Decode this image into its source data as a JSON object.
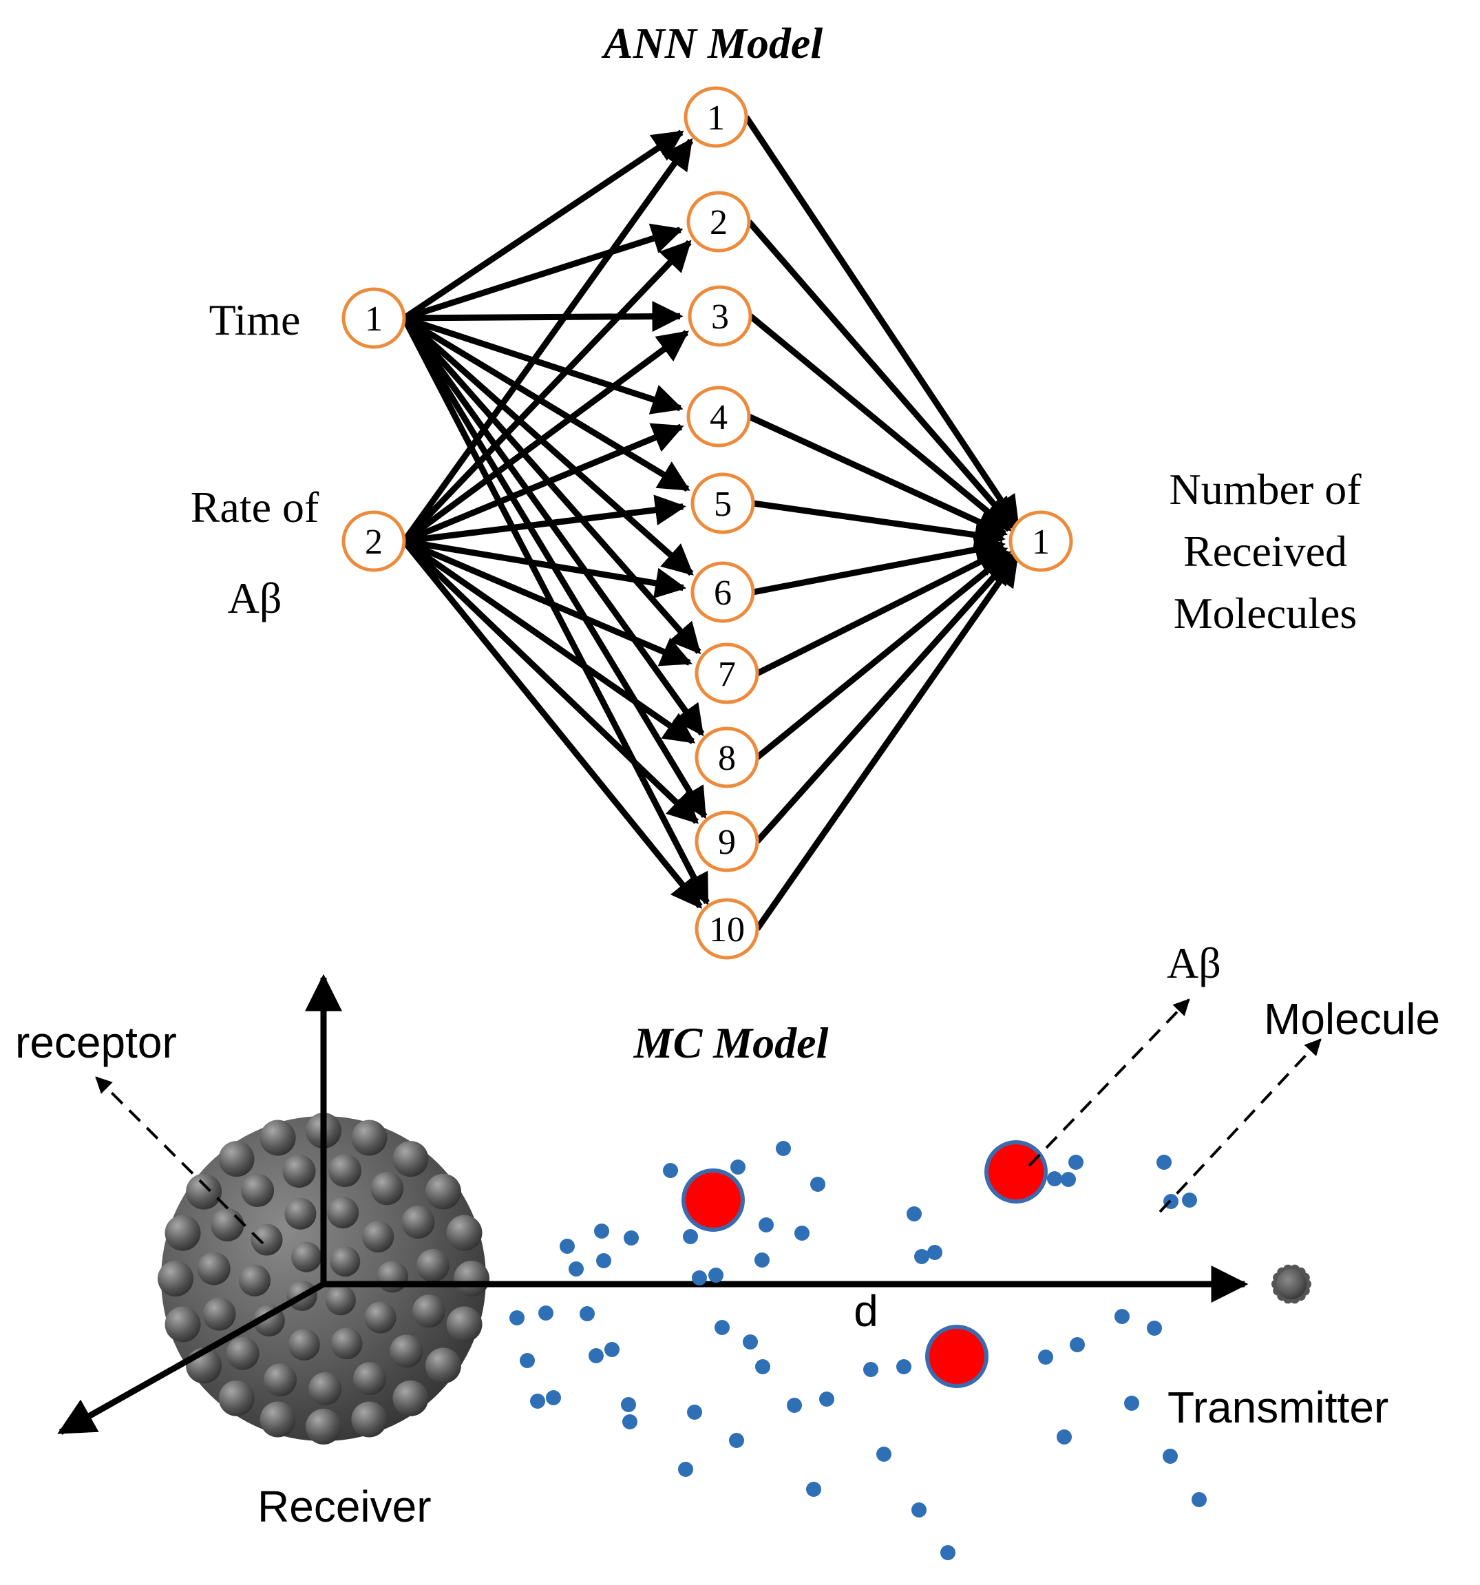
{
  "ann": {
    "title": "ANN Model",
    "inputs": [
      {
        "id": "1",
        "label": [
          "Time"
        ]
      },
      {
        "id": "2",
        "label": [
          "Rate of",
          "Aβ"
        ]
      }
    ],
    "hidden": [
      "1",
      "2",
      "3",
      "4",
      "5",
      "6",
      "7",
      "8",
      "9",
      "10"
    ],
    "output": {
      "id": "1",
      "label": [
        "Number of",
        "Received",
        "Molecules"
      ]
    }
  },
  "mc": {
    "title": "MC Model",
    "labels": {
      "receptor": "receptor",
      "receiver": "Receiver",
      "distance": "d",
      "transmitter": "Transmitter",
      "abeta": "Aβ",
      "molecule": "Molecule"
    }
  },
  "colors": {
    "node_stroke": "#ED8B3C",
    "edge": "#000000",
    "abeta_fill": "#FF0000",
    "abeta_ring": "#3A6BAF",
    "molecule": "#2E6FB5",
    "cell": "#5a5a5a"
  },
  "icons": [
    "receiver-cell-icon",
    "transmitter-cell-icon"
  ]
}
